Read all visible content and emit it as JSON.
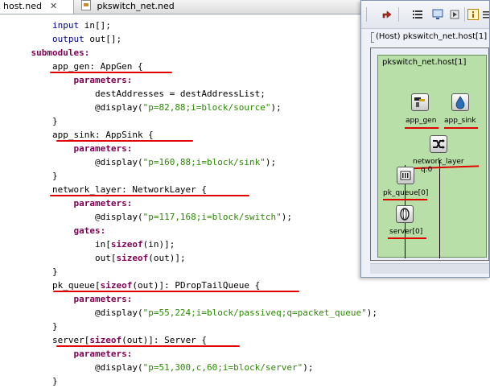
{
  "tabs": [
    {
      "label": "host.ned",
      "close": "✕",
      "icon": "ned-file-icon"
    },
    {
      "label": "pkswitch_net.ned",
      "icon": "ned-file-icon"
    }
  ],
  "code": [
    [
      {
        "t": "        "
      },
      {
        "t": "input",
        "c": "kwb"
      },
      {
        "t": " in[];"
      }
    ],
    [
      {
        "t": "        "
      },
      {
        "t": "output",
        "c": "kwb"
      },
      {
        "t": " out[];"
      }
    ],
    [
      {
        "t": "    "
      },
      {
        "t": "submodules:",
        "c": "kw"
      }
    ],
    [
      {
        "t": "        app_gen: AppGen {"
      }
    ],
    [
      {
        "t": "            "
      },
      {
        "t": "parameters:",
        "c": "kw"
      }
    ],
    [
      {
        "t": "                destAddresses = destAddressList;"
      }
    ],
    [
      {
        "t": "                @display("
      },
      {
        "t": "\"p=82,88;i=block/source\"",
        "c": "str"
      },
      {
        "t": ");"
      }
    ],
    [
      {
        "t": "        }"
      }
    ],
    [
      {
        "t": "        app_sink: AppSink {"
      }
    ],
    [
      {
        "t": "            "
      },
      {
        "t": "parameters:",
        "c": "kw"
      }
    ],
    [
      {
        "t": "                @display("
      },
      {
        "t": "\"p=160,88;i=block/sink\"",
        "c": "str"
      },
      {
        "t": ");"
      }
    ],
    [
      {
        "t": "        }"
      }
    ],
    [
      {
        "t": "        network_layer: NetworkLayer {"
      }
    ],
    [
      {
        "t": "            "
      },
      {
        "t": "parameters:",
        "c": "kw"
      }
    ],
    [
      {
        "t": "                @display("
      },
      {
        "t": "\"p=117,168;i=block/switch\"",
        "c": "str"
      },
      {
        "t": ");"
      }
    ],
    [
      {
        "t": "            "
      },
      {
        "t": "gates:",
        "c": "kw"
      }
    ],
    [
      {
        "t": "                in["
      },
      {
        "t": "sizeof",
        "c": "kw"
      },
      {
        "t": "(in)];"
      }
    ],
    [
      {
        "t": "                out["
      },
      {
        "t": "sizeof",
        "c": "kw"
      },
      {
        "t": "(out)];"
      }
    ],
    [
      {
        "t": "        }"
      }
    ],
    [
      {
        "t": "        pk_queue["
      },
      {
        "t": "sizeof",
        "c": "kw"
      },
      {
        "t": "(out)]: PDropTailQueue {"
      }
    ],
    [
      {
        "t": "            "
      },
      {
        "t": "parameters:",
        "c": "kw"
      }
    ],
    [
      {
        "t": "                @display("
      },
      {
        "t": "\"p=55,224;i=block/passiveq;q=packet_queue\"",
        "c": "str"
      },
      {
        "t": ");"
      }
    ],
    [
      {
        "t": "        }"
      }
    ],
    [
      {
        "t": "        server["
      },
      {
        "t": "sizeof",
        "c": "kw"
      },
      {
        "t": "(out)]: Server {"
      }
    ],
    [
      {
        "t": "            "
      },
      {
        "t": "parameters:",
        "c": "kw"
      }
    ],
    [
      {
        "t": "                @display("
      },
      {
        "t": "\"p=51,300,c,60;i=block/server\"",
        "c": "str"
      },
      {
        "t": ");"
      }
    ],
    [
      {
        "t": "        }"
      }
    ]
  ],
  "panel": {
    "breadcrumb": "(Host) pkswitch_net.host[1]",
    "module_title": "pkswitch_net.host[1]",
    "nodes": {
      "app_gen": "app_gen",
      "app_sink": "app_sink",
      "network_layer": "network_layer",
      "q0": "q.0",
      "pk_queue": "pk_queue[0]",
      "server": "server[0]"
    },
    "toolbar_icons": [
      "red-arrow-up-icon",
      "list-icon",
      "monitor-icon",
      "run-icon",
      "info-icon",
      "menu-icon"
    ]
  },
  "colors": {
    "keyword": "#7f0055",
    "gate_keyword": "#00008b",
    "string": "#2a8a00",
    "annotation": "#e00000",
    "module_bg": "#b8dfa8"
  }
}
